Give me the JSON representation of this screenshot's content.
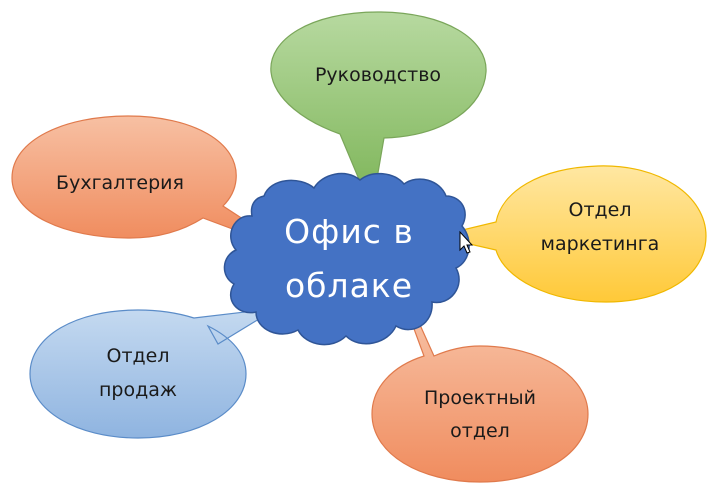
{
  "center": {
    "line1": "Офис в",
    "line2": "облаке",
    "color": "#4472c4"
  },
  "nodes": {
    "management": {
      "label": "Руководство",
      "color": "#8fc16f"
    },
    "accounting": {
      "label": "Бухгалтерия",
      "color": "#f4a076"
    },
    "marketing": {
      "line1": "Отдел",
      "line2": "маркетинга",
      "color": "#ffd966"
    },
    "sales": {
      "line1": "Отдел",
      "line2": "продаж",
      "color": "#9dc3e6"
    },
    "project": {
      "line1": "Проектный",
      "line2": "отдел",
      "color": "#f4a076"
    }
  }
}
